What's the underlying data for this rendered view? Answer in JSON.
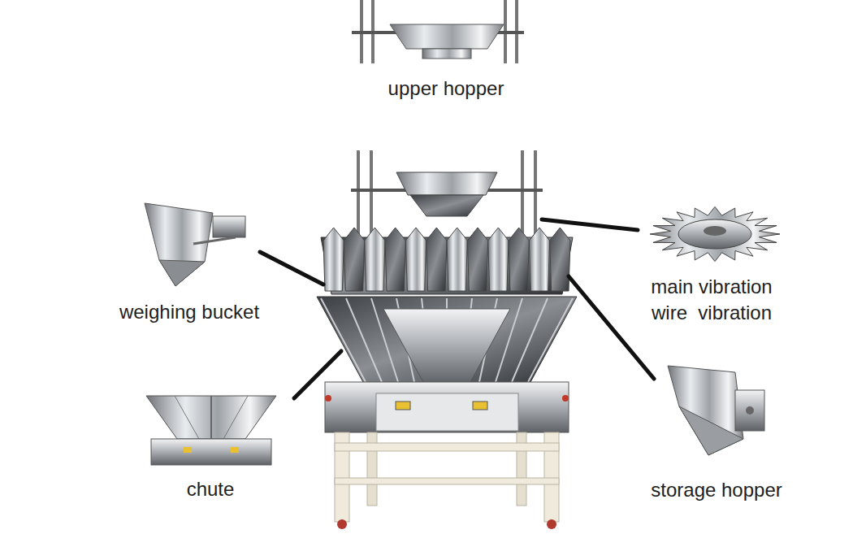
{
  "diagram": {
    "labels": [
      "upper hopper",
      "weighing bucket",
      "main vibration",
      "wire  vibration",
      "chute",
      "storage hopper"
    ]
  }
}
